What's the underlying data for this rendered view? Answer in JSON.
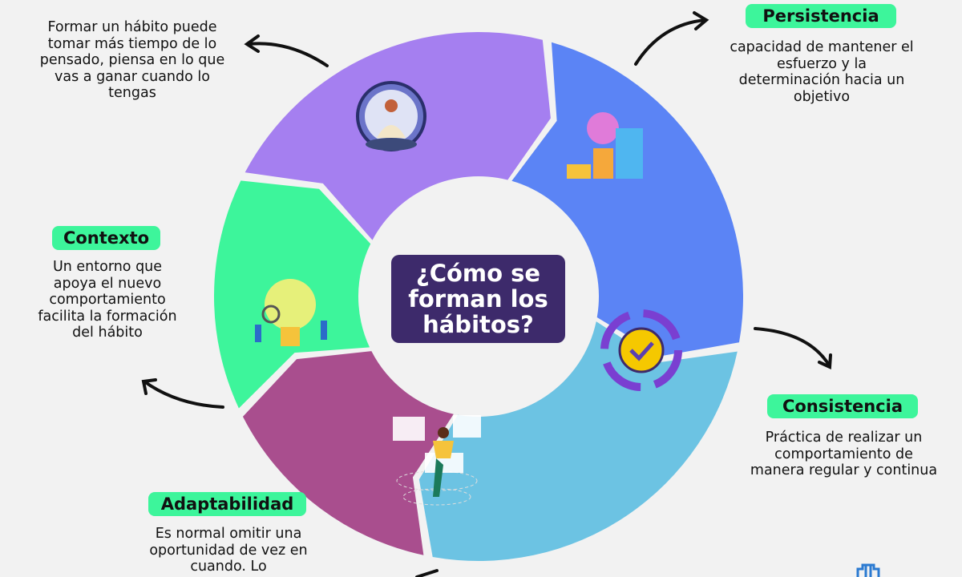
{
  "center": {
    "title": "¿Cómo se forman los hábitos?"
  },
  "sections": {
    "top_left": {
      "label": "",
      "description": "Formar un hábito puede tomar más tiempo de lo pensado, piensa en lo que vas a ganar cuando lo tengas",
      "icon": "meditation-clock-icon"
    },
    "persistencia": {
      "label": "Persistencia",
      "description": "capacidad de mantener el esfuerzo y la determinación hacia un objetivo",
      "icon": "growth-chart-gear-icon"
    },
    "consistencia": {
      "label": "Consistencia",
      "description": "Práctica de realizar un comportamiento de manera regular y continua",
      "icon": "cycle-check-icon"
    },
    "adaptabilidad": {
      "label": "Adaptabilidad",
      "description": "Es normal omitir una oportunidad de vez en cuando. Lo",
      "icon": "person-dashboard-icon"
    },
    "contexto": {
      "label": "Contexto",
      "description": "Un entorno que apoya el nuevo comportamiento facilita la formación del hábito",
      "icon": "lightbulb-people-icon"
    }
  },
  "colors": {
    "purple": "#a57ff0",
    "blue": "#5b84f5",
    "light_blue": "#6cc3e3",
    "magenta": "#a94e8e",
    "green": "#3df59b",
    "center_box": "#3d2a6b",
    "pill": "#3df59b"
  }
}
